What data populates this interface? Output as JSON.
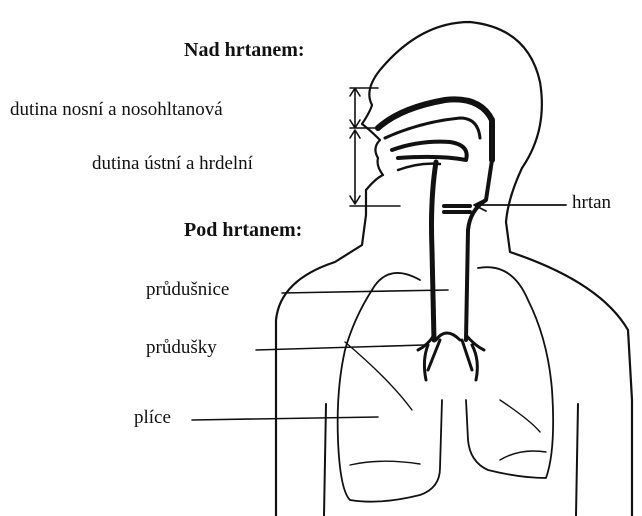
{
  "headings": {
    "above_larynx": "Nad hrtanem:",
    "below_larynx": "Pod hrtanem:"
  },
  "labels": {
    "nasal_cavity": "dutina nosní a nosohltanová",
    "oral_cavity": "dutina ústní a hrdelní",
    "larynx": "hrtan",
    "trachea": "průdušnice",
    "bronchi": "průdušky",
    "lungs": "plíce"
  },
  "colors": {
    "ink": "#111111",
    "background": "#ffffff"
  }
}
